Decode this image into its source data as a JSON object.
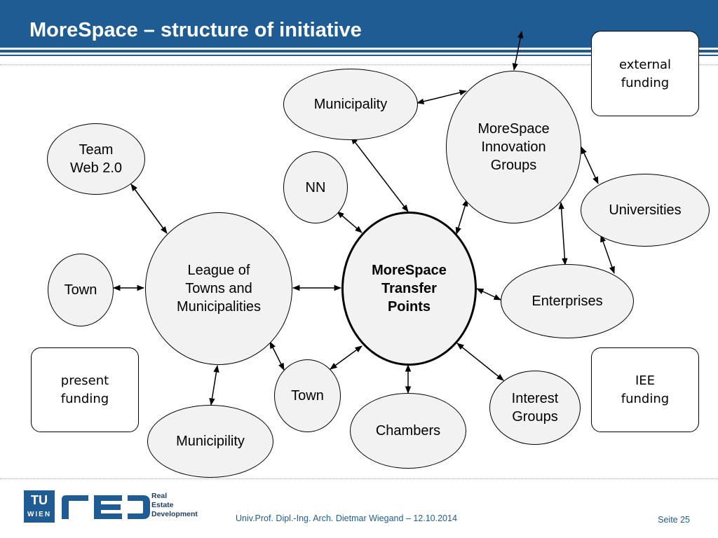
{
  "slide": {
    "title": "MoreSpace – structure of initiative"
  },
  "nodes": {
    "center": "MoreSpace\nTransfer\nPoints",
    "league": "League of\nTowns and\nMunicipalities",
    "team": "Team\nWeb 2.0",
    "town_left": "Town",
    "municipility": "Municipility",
    "town_bottom": "Town",
    "nn": "NN",
    "municipality": "Municipality",
    "innovation": "MoreSpace\nInnovation\nGroups",
    "universities": "Universities",
    "enterprises": "Enterprises",
    "interest": "Interest\nGroups",
    "chambers": "Chambers"
  },
  "funding": {
    "external": "external\nfunding",
    "present": "present\nfunding",
    "iee": "IEE\nfunding"
  },
  "logo": {
    "tu": "TU",
    "wien": "WIEN",
    "text": "Real\nEstate\nDevelopment"
  },
  "footer": {
    "credit": "Univ.Prof. Dipl.-Ing. Arch. Dietmar Wiegand – 12.10.2014",
    "page": "Seite 25"
  },
  "colors": {
    "brand_blue": "#1f5c94",
    "node_fill": "#f2f2f2",
    "stroke": "#000000"
  }
}
